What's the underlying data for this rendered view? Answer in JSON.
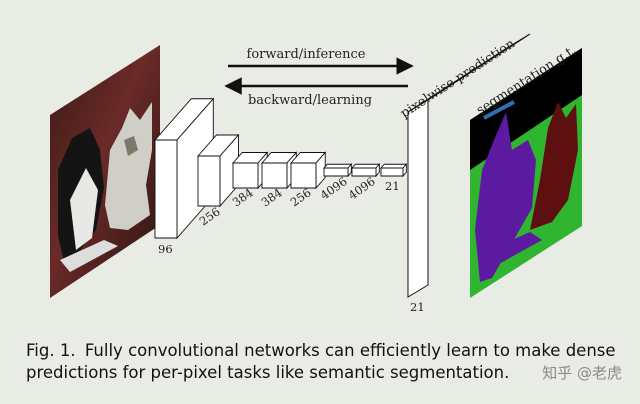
{
  "arrows": {
    "forward": "forward/inference",
    "backward": "backward/learning"
  },
  "layers": [
    "96",
    "256",
    "384",
    "384",
    "256",
    "4096",
    "4096",
    "21"
  ],
  "output": {
    "prediction_label": "pixelwise prediction",
    "gt_label": "segmentation g.t.",
    "channels": "21"
  },
  "caption": {
    "figure": "Fig. 1.",
    "text": "Fully convolutional networks can efficiently learn to make dense predictions for per-pixel tasks like semantic segmentation."
  },
  "watermark": "知乎 @老虎",
  "colors": {
    "background": "#e9ece4",
    "seg_green": "#2fb52f",
    "seg_purple": "#5b1aa0",
    "seg_maroon": "#5e1010",
    "seg_black": "#000000",
    "gt_marker": "#2f6fb5"
  }
}
